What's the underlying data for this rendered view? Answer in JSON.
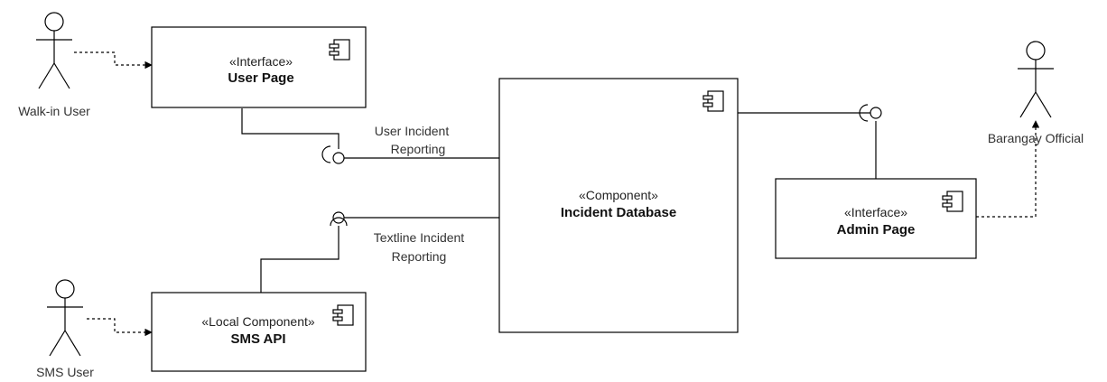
{
  "actors": {
    "walk_in_user": "Walk-in User",
    "sms_user": "SMS User",
    "barangay_official": "Barangay Official"
  },
  "components": {
    "user_page": {
      "stereotype": "«Interface»",
      "name": "User Page"
    },
    "sms_api": {
      "stereotype": "«Local Component»",
      "name": "SMS API"
    },
    "incident_database": {
      "stereotype": "«Component»",
      "name": "Incident Database"
    },
    "admin_page": {
      "stereotype": "«Interface»",
      "name": "Admin Page"
    }
  },
  "interfaces": {
    "user_reporting": [
      "User Incident",
      "Reporting"
    ],
    "textline_reporting": [
      "Textline Incident",
      "Reporting"
    ]
  }
}
